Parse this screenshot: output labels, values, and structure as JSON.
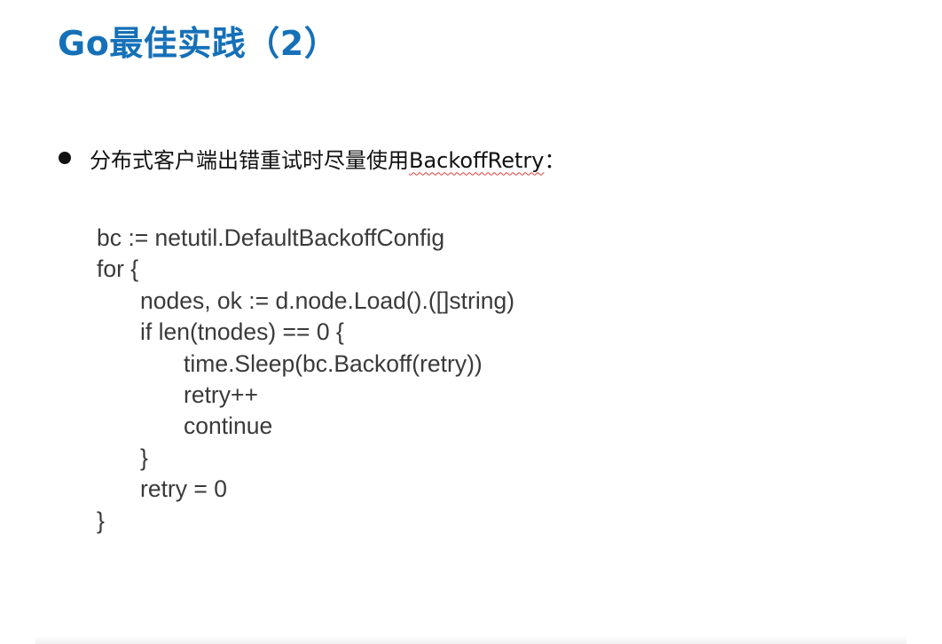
{
  "slide": {
    "title": "Go最佳实践（2）",
    "bullet": {
      "text_prefix": "分布式客户端出错重试时尽量使用",
      "term": "BackoffRetry",
      "text_suffix": "："
    },
    "code_lines": [
      {
        "indent": 0,
        "text": "bc := netutil.DefaultBackoffConfig"
      },
      {
        "indent": 0,
        "text": "for {"
      },
      {
        "indent": 1,
        "text": "nodes, ok := d.node.Load().([]string)"
      },
      {
        "indent": 1,
        "text": "if len(tnodes) == 0 {"
      },
      {
        "indent": 2,
        "text": "time.Sleep(bc.Backoff(retry))"
      },
      {
        "indent": 2,
        "text": "retry++"
      },
      {
        "indent": 2,
        "text": "continue"
      },
      {
        "indent": 1,
        "text": "}"
      },
      {
        "indent": 1,
        "text": "retry = 0"
      },
      {
        "indent": 0,
        "text": "}"
      }
    ]
  },
  "colors": {
    "title": "#1570b8",
    "body_text": "#111111",
    "code_text": "#3a3a3a",
    "spellcheck_underline": "#e0403c"
  }
}
